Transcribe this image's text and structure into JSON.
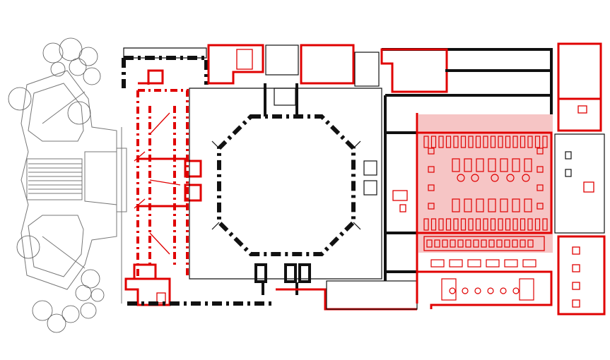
{
  "drawing": {
    "kind": "floor-plan",
    "legend_colors": {
      "existing": "#111111",
      "highlighted_new": "#e00000",
      "selected_zone_fill": "#f6c5c5",
      "landscape": "#777777"
    },
    "zones": [
      "landscape-terrace",
      "west-wing",
      "central-octagon-hall",
      "east-hall",
      "dining-room-selected",
      "east-annex"
    ]
  }
}
